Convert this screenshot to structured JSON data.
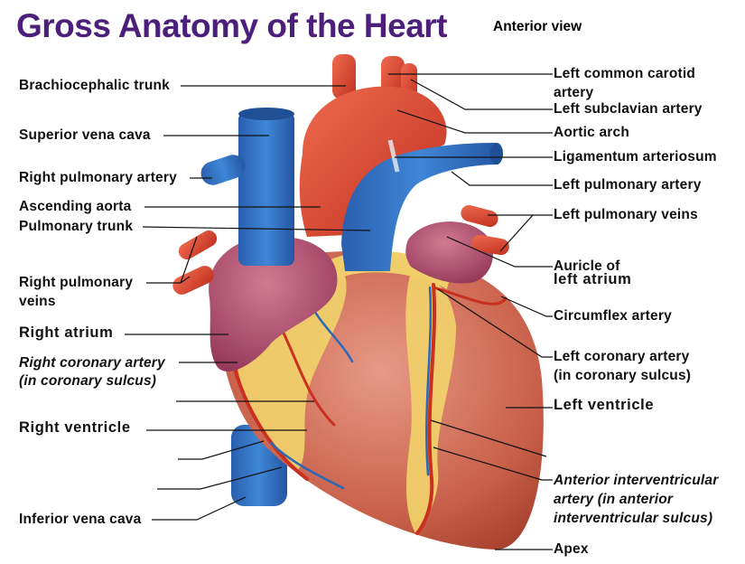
{
  "header": {
    "title": "Gross Anatomy of the Heart",
    "subtitle": "Anterior view",
    "title_color": "#4b1f7a"
  },
  "labels_left": {
    "brachiocephalic_trunk": "Brachiocephalic trunk",
    "superior_vena_cava": "Superior vena cava",
    "right_pulmonary_artery": "Right pulmonary artery",
    "ascending_aorta": "Ascending aorta",
    "pulmonary_trunk": "Pulmonary trunk",
    "right_pulmonary_veins_1": "Right pulmonary",
    "right_pulmonary_veins_2": "veins",
    "right_atrium": "Right atrium",
    "right_coronary_artery_1": "Right coronary artery",
    "right_coronary_artery_2": "(in coronary sulcus)",
    "right_ventricle": "Right ventricle",
    "inferior_vena_cava": "Inferior vena cava"
  },
  "labels_right": {
    "left_common_carotid_1": "Left common carotid",
    "left_common_carotid_2": "artery",
    "left_subclavian_artery": "Left subclavian artery",
    "aortic_arch": "Aortic arch",
    "ligamentum_arteriosum": "Ligamentum arteriosum",
    "left_pulmonary_artery": "Left pulmonary artery",
    "left_pulmonary_veins": "Left pulmonary veins",
    "auricle_1": "Auricle of",
    "auricle_2": "left atrium",
    "circumflex_artery": "Circumflex artery",
    "left_coronary_artery_1": "Left coronary artery",
    "left_coronary_artery_2": "(in coronary sulcus)",
    "left_ventricle": "Left ventricle",
    "anterior_interventricular_1": "Anterior interventricular",
    "anterior_interventricular_2": "artery (in anterior",
    "anterior_interventricular_3": "interventricular sulcus)",
    "apex": "Apex"
  },
  "colors": {
    "artery_red": "#d9442f",
    "vein_blue": "#2f6fc0",
    "atrium_purple": "#a8486a",
    "myocardium": "#c9604a",
    "fat_yellow": "#f0cf6a"
  }
}
